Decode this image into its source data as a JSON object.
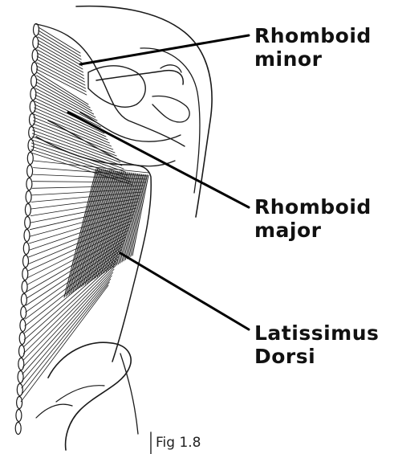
{
  "labels": {
    "rhomboid_minor": [
      "Rhomboid",
      "minor"
    ],
    "rhomboid_major": [
      "Rhomboid",
      "major"
    ],
    "latissimus_dorsi": [
      "Latissimus",
      "Dorsi"
    ]
  },
  "caption": "Fig 1.8",
  "colors": {
    "ink": "#111111",
    "background": "#ffffff"
  }
}
